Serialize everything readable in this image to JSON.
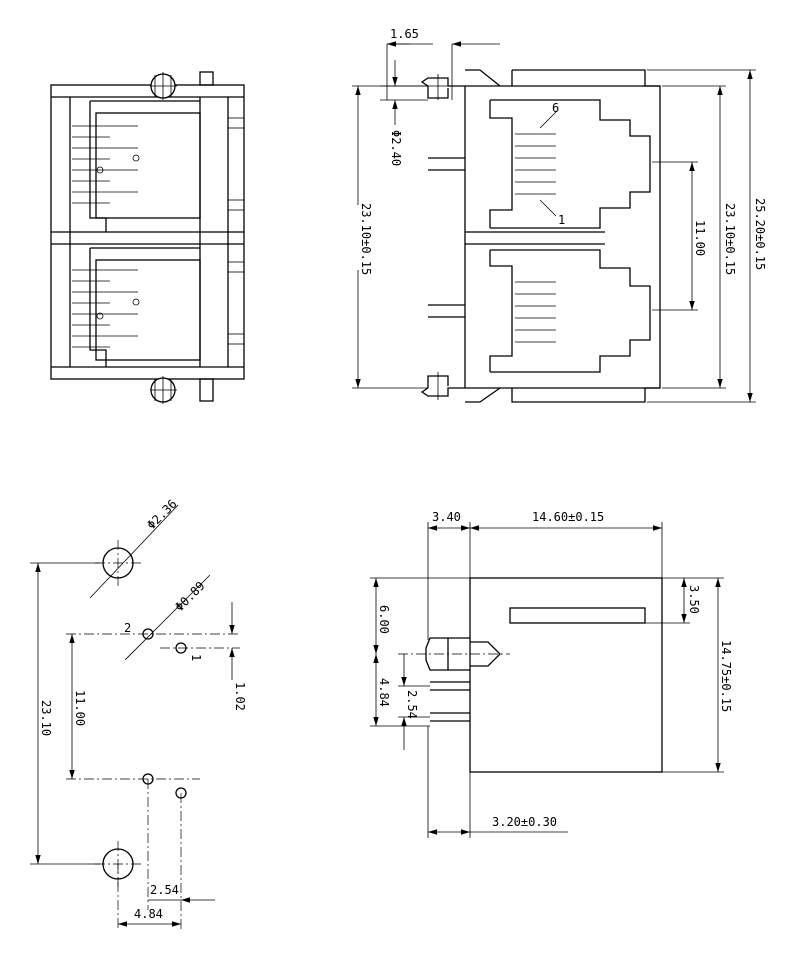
{
  "drawing": {
    "labels": {
      "top_pitch": "1.65",
      "peg_dia": "Φ2.40",
      "pin_no_6": "6",
      "pin_no_1": "1",
      "height_left": "23.10±0.15",
      "port_pitch": "11.00",
      "height_right": "23.10±0.15",
      "total_height": "25.20±0.15",
      "hole_large": "Φ2.36",
      "hole_small": "Φ0.89",
      "pin2": "2",
      "pin1": "1",
      "row_offset": "1.02",
      "fp_port_pitch": "11.00",
      "fp_total": "23.10",
      "fp_x_254": "2.54",
      "fp_x_484": "4.84",
      "side_top_a": "3.40",
      "side_top_b": "14.60±0.15",
      "side_slot": "3.50",
      "side_600": "6.00",
      "side_484": "4.84",
      "side_254": "2.54",
      "side_height": "14.75±0.15",
      "side_bottom": "3.20±0.30"
    }
  }
}
